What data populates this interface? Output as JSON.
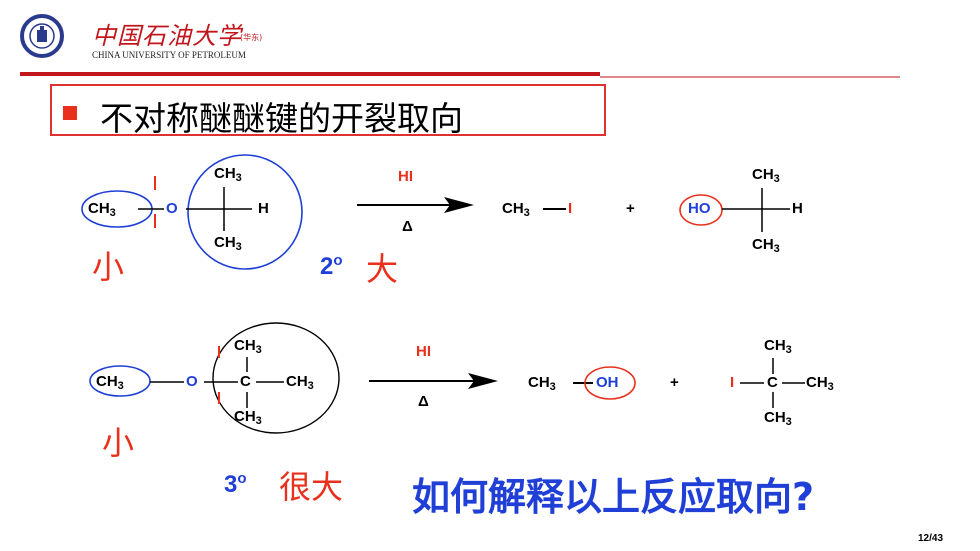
{
  "header": {
    "logo_name": "中国石油大学",
    "logo_sub": "(华东)",
    "logo_en": "CHINA UNIVERSITY OF PETROLEUM"
  },
  "title": "不对称醚醚键的开裂取向",
  "reaction1": {
    "reagent": "HI",
    "condition": "Δ",
    "ch3": "CH",
    "ch3_sub": "3",
    "o": "O",
    "h": "H",
    "cleave_mark": "I",
    "prod1_ch3": "CH",
    "prod1_sub": "3",
    "prod1_i": "I",
    "plus": "+",
    "ho": "HO",
    "note_small": "小",
    "degree": "2",
    "degree_sup": "o",
    "note_big": "大"
  },
  "reaction2": {
    "reagent": "HI",
    "condition": "Δ",
    "ch3": "CH",
    "ch3_sub": "3",
    "o": "O",
    "c": "C",
    "cleave_mark": "I",
    "prod1_oh": "OH",
    "plus": "+",
    "i": "I",
    "note_small": "小",
    "degree": "3",
    "degree_sup": "o",
    "note_big": "很大"
  },
  "question": "如何解释以上反应取向?",
  "page_number": "12/43",
  "colors": {
    "red": "#e8301c",
    "blue": "#1f3fd6",
    "header_red": "#c0161c"
  }
}
